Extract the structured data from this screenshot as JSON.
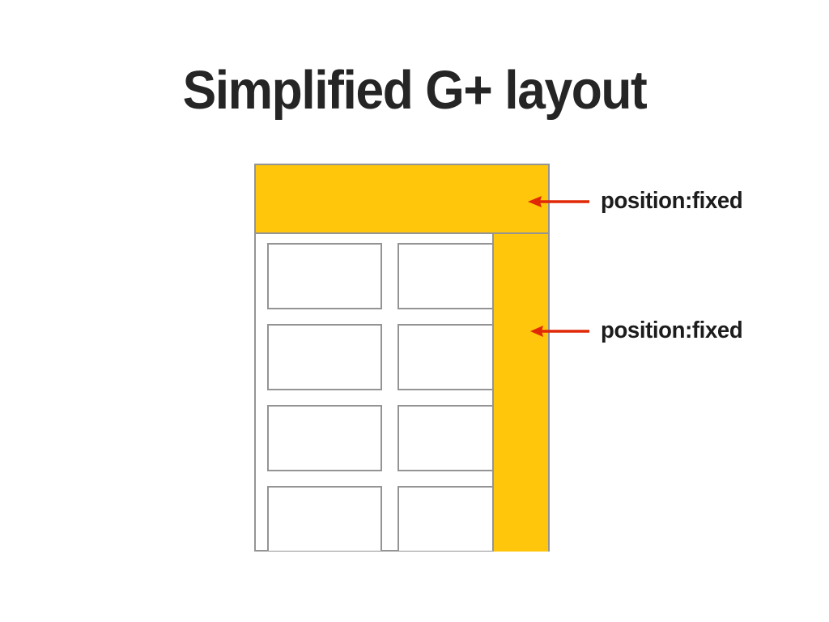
{
  "slide": {
    "title": "Simplified G+ layout",
    "background_color": "#ffffff",
    "title_color": "#252525"
  },
  "colors": {
    "accent_yellow": "#FFC60B",
    "border_gray": "#949494",
    "arrow_red": "#E02806",
    "card_fill": "#ffffff"
  },
  "diagram": {
    "name": "simplified-google-plus-layout",
    "header_bar": {
      "region_name": "fixed-header-bar",
      "fill": "#FFC60B"
    },
    "sidebar_rail": {
      "region_name": "fixed-right-sidebar",
      "fill": "#FFC60B"
    },
    "card_grid": {
      "columns": 2,
      "rows": 4,
      "cards": [
        {
          "id": "card-1"
        },
        {
          "id": "card-2"
        },
        {
          "id": "card-3"
        },
        {
          "id": "card-4"
        },
        {
          "id": "card-5"
        },
        {
          "id": "card-6"
        },
        {
          "id": "card-7"
        },
        {
          "id": "card-8"
        }
      ]
    }
  },
  "annotations": [
    {
      "id": "header-annotation",
      "label": "position:fixed",
      "arrow_direction": "left",
      "arrow_color": "#E02806",
      "target": "fixed-header-bar"
    },
    {
      "id": "sidebar-annotation",
      "label": "position:fixed",
      "arrow_direction": "left",
      "arrow_color": "#E02806",
      "target": "fixed-right-sidebar"
    }
  ]
}
